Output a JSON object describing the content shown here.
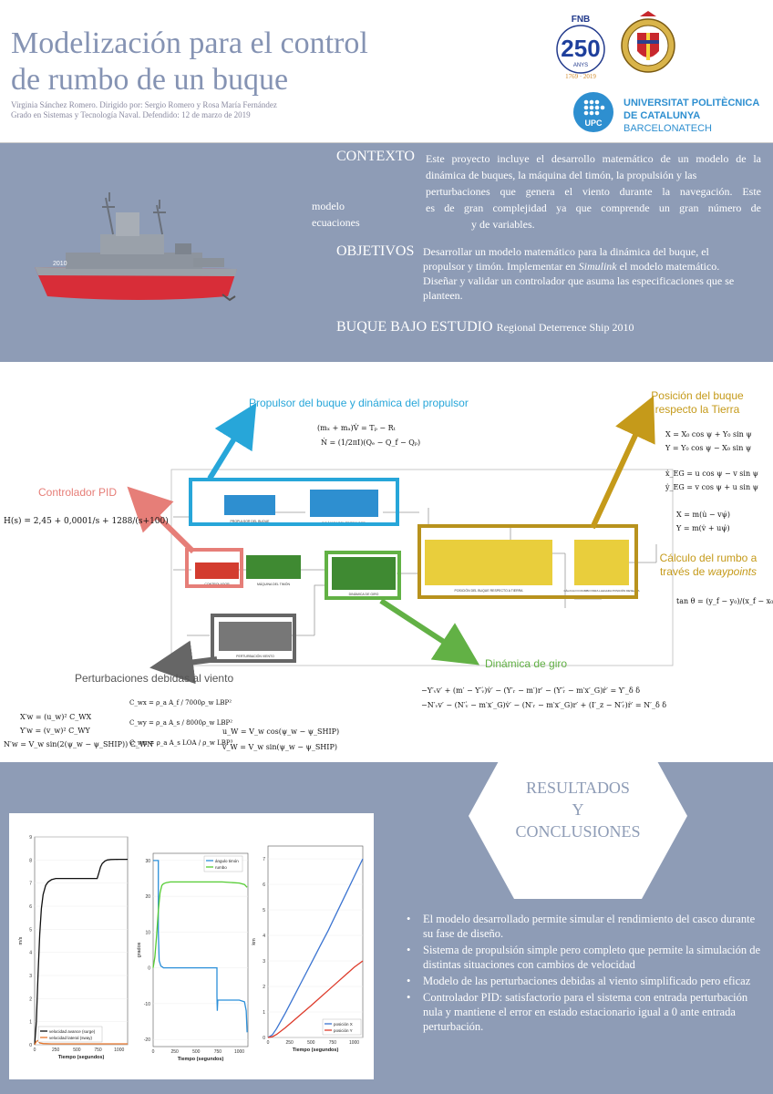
{
  "header": {
    "title_line1": "Modelización para el control",
    "title_line2": "de rumbo de un buque",
    "authors_line1": "Virginia Sánchez Romero.  Dirigido por: Sergio Romero y Rosa María Fernández",
    "authors_line2": "Grado en Sistemas y Tecnología Naval. Defendido: 12 de marzo de 2019",
    "fnb_logo_text": "FNB",
    "fnb_logo_number": "250",
    "fnb_logo_years": "1769 · 2019",
    "fnb_logo_anys": "ANYS",
    "upc_logo_letters": "UPC",
    "upc_name_line1": "UNIVERSITAT POLITÈCNICA",
    "upc_name_line2": "DE CATALUNYA",
    "upc_name_line3": "BARCELONATECH"
  },
  "contexto": {
    "heading": "CONTEXTO",
    "text_line1": "Este proyecto incluye el desarrollo matemático de un modelo de la",
    "text_line2": "dinámica de buques, la máquina del timón, la propulsión y las",
    "text_line3": "perturbaciones que genera el viento durante la navegación. Este",
    "text_line4": "es de gran complejidad ya que comprende un gran número de",
    "text_line5": "y de variables.",
    "stray_word1": "modelo",
    "stray_word2": "ecuaciones"
  },
  "objetivos": {
    "heading": "OBJETIVOS",
    "text_line1": "Desarrollar un modelo matemático para la dinámica del buque, el",
    "text_line2_a": "propulsor y timón. Implementar en ",
    "text_line2_b": "Simulink",
    "text_line2_c": " el modelo matemático.",
    "text_line3": "Diseñar y validar un controlador que asuma las especificaciones que se",
    "text_line4": "planteen."
  },
  "buque": {
    "heading": "BUQUE BAJO ESTUDIO",
    "name": "Regional Deterrence Ship 2010",
    "hull_number": "2010"
  },
  "diagram": {
    "label_propulsor": "Propulsor del buque y dinámica del propulsor",
    "label_posicion_1": "Posición del buque",
    "label_posicion_2": "respecto la Tierra",
    "label_controlador": "Controlador PID",
    "label_rumbo_1": "Cálculo del rumbo a",
    "label_rumbo_2": "través de ",
    "label_rumbo_2_italic": "waypoints",
    "label_perturbaciones": "Perturbaciones debidas al viento",
    "label_giro": "Dinámica de giro",
    "eq_propulsor_1": "(mₓ + mₐ)V̇ = Tₚ − Rₜ",
    "eq_propulsor_2": "Ṅ = (1/2πI)(Qₑ − Q_f − Qₚ)",
    "eq_pid": "H(s) = 2,45 + 0,0001/s + 1288/(s+100)",
    "eq_pos_1": "X = X₀ cos ψ + Y₀ sin ψ",
    "eq_pos_2": "Y = Y₀ cos ψ − X₀ sin ψ",
    "eq_pos_3": "ẋ_EG = u cos ψ − v sin ψ",
    "eq_pos_4": "ẏ_EG = v cos ψ + u sin ψ",
    "eq_pos_5": "X = m(u̇ − vψ̇)",
    "eq_pos_6": "Y = m(v̇ + uψ̇)",
    "eq_rumbo": "tan θ = (y_f − y₀)/(x_f − x₀)",
    "eq_wind_1": "X′w = (u_w)² C_WX",
    "eq_wind_2": "Y′w = (v_w)² C_WY",
    "eq_wind_3": "N′w = V_w sin(2(ψ_w − ψ_SHIP)) C_WN",
    "eq_wind_4": "C_wx = ρ_a A_f / 7000ρ_w LBP²",
    "eq_wind_5": "C_wy = ρ_a A_s / 8000ρ_w LBP²",
    "eq_wind_6": "C_wn = ρ_a A_s LOA / ρ_w LBP³",
    "eq_wind_7": "u_W = V_w cos(ψ_w − ψ_SHIP)",
    "eq_wind_8": "v_W = V_w sin(ψ_w − ψ_SHIP)",
    "eq_giro_1": "−Y′ᵥv′ + (m′ − Y′ᵥ̇)v̇′ − (Y′ᵣ − m′)r′ − (Y′ᵣ̇ − m′x′_G)ṙ′ = Y′_δ δ",
    "eq_giro_2": "−N′ᵥv′ − (N′ᵥ̇ − m′x′_G)v̇′ − (N′ᵣ − m′x′_G)r′ + (I′_z − N′ᵣ̇)ṙ′ = N′_δ δ",
    "block_propulsor": "PROPULSOR DEL BUQUE",
    "block_dinamica_propulsor": "DINÁMICA DEL PROPULSOR",
    "block_controlador": "CONTROLADOR",
    "block_maquina_timon": "MÁQUINA DEL TIMÓN",
    "block_dinamica_giro": "DINÁMICA DE GIRO",
    "block_posicion": "POSICIÓN DEL BUQUE RESPECTO A TIERRA",
    "block_calculo_rumbo": "CÁLCULO D RUMBO PARA LLEGADA POSICIÓN DESEADA",
    "block_perturbacion": "PERTURBACIÓN VIENTO"
  },
  "resultados": {
    "heading_1": "RESULTADOS",
    "heading_2": "Y",
    "heading_3": "CONCLUSIONES",
    "bullets": [
      "El modelo desarrollado permite simular el rendimiento del casco durante su fase de diseño.",
      "Sistema de propulsión simple pero completo que permite la simulación de distintas situaciones con cambios de velocidad",
      "Modelo de las perturbaciones debidas al viento simplificado pero eficaz",
      "Controlador PID: satisfactorio para el sistema con entrada perturbación nula y mantiene el error en estado estacionario igual a 0 ante entrada perturbación."
    ]
  },
  "chart_data": [
    {
      "type": "line",
      "xlabel": "Tiempo (segundos)",
      "ylabel": "m/s",
      "xlim": [
        0,
        1100
      ],
      "ylim": [
        0,
        9
      ],
      "x_ticks": [
        0,
        250,
        500,
        750,
        1000
      ],
      "y_ticks": [
        0,
        1,
        2,
        3,
        4,
        5,
        6,
        7,
        8,
        9
      ],
      "legend_position": "bottom-left",
      "series": [
        {
          "name": "velocidad avance (surge)",
          "color": "#111111",
          "x": [
            0,
            20,
            40,
            60,
            80,
            100,
            130,
            160,
            200,
            250,
            300,
            400,
            500,
            600,
            700,
            740,
            760,
            780,
            800,
            830,
            860,
            900,
            1000,
            1100
          ],
          "y": [
            0,
            1.0,
            3.0,
            4.8,
            5.9,
            6.5,
            6.9,
            7.05,
            7.15,
            7.2,
            7.2,
            7.2,
            7.2,
            7.2,
            7.2,
            7.2,
            7.45,
            7.7,
            7.85,
            7.95,
            8.0,
            8.02,
            8.03,
            8.03
          ]
        },
        {
          "name": "velocidad lateral (sway)",
          "color": "#e8762c",
          "x": [
            0,
            20,
            40,
            60,
            100,
            200,
            400,
            600,
            800,
            1000,
            1100
          ],
          "y": [
            0,
            0.15,
            0.18,
            0.08,
            0.05,
            0.04,
            0.04,
            0.04,
            0.04,
            0.04,
            0.04
          ]
        }
      ]
    },
    {
      "type": "line",
      "xlabel": "Tiempo (segundos)",
      "ylabel": "grados",
      "xlim": [
        0,
        1100
      ],
      "ylim": [
        -22,
        32
      ],
      "x_ticks": [
        0,
        250,
        500,
        750,
        1000
      ],
      "y_ticks": [
        -20,
        -10,
        0,
        10,
        20,
        30
      ],
      "legend_position": "top-right",
      "series": [
        {
          "name": "ángulo timón",
          "color": "#2b8fd9",
          "x": [
            0,
            60,
            60,
            70,
            90,
            110,
            120,
            150,
            200,
            400,
            600,
            700,
            740,
            740,
            745,
            750,
            760,
            800,
            900,
            1000,
            1060,
            1080,
            1090
          ],
          "y": [
            30,
            30,
            10,
            2,
            0.5,
            0.2,
            0,
            0,
            0,
            0,
            0,
            0,
            0,
            -8,
            -12,
            -9,
            -9,
            -9,
            -9,
            -9,
            -9.5,
            -12,
            -18
          ]
        },
        {
          "name": "rumbo",
          "color": "#55cc33",
          "x": [
            0,
            20,
            40,
            60,
            80,
            100,
            120,
            150,
            200,
            400,
            600,
            800,
            1000,
            1060,
            1090
          ],
          "y": [
            0,
            3,
            9,
            16,
            21,
            23,
            23.5,
            23.8,
            24,
            24,
            24,
            24,
            23.7,
            23.3,
            22.5
          ]
        }
      ]
    },
    {
      "type": "line",
      "xlabel": "Tiempo (segundos)",
      "ylabel": "km",
      "xlim": [
        0,
        1100
      ],
      "ylim": [
        0,
        7.5
      ],
      "x_ticks": [
        0,
        250,
        500,
        750,
        1000
      ],
      "y_ticks": [
        0,
        1,
        2,
        3,
        4,
        5,
        6,
        7
      ],
      "legend_position": "bottom-right",
      "series": [
        {
          "name": "posición X",
          "color": "#3b74d1",
          "x": [
            0,
            50,
            100,
            200,
            300,
            400,
            500,
            600,
            700,
            800,
            900,
            1000,
            1100
          ],
          "y": [
            0,
            0.1,
            0.35,
            0.95,
            1.6,
            2.25,
            2.9,
            3.55,
            4.2,
            4.9,
            5.6,
            6.3,
            7.0
          ]
        },
        {
          "name": "posición Y",
          "color": "#dd3b2b",
          "x": [
            0,
            50,
            100,
            200,
            300,
            400,
            500,
            600,
            700,
            800,
            900,
            1000,
            1100
          ],
          "y": [
            0,
            0.03,
            0.12,
            0.38,
            0.67,
            0.96,
            1.25,
            1.55,
            1.85,
            2.15,
            2.45,
            2.75,
            3.0
          ]
        }
      ]
    }
  ]
}
